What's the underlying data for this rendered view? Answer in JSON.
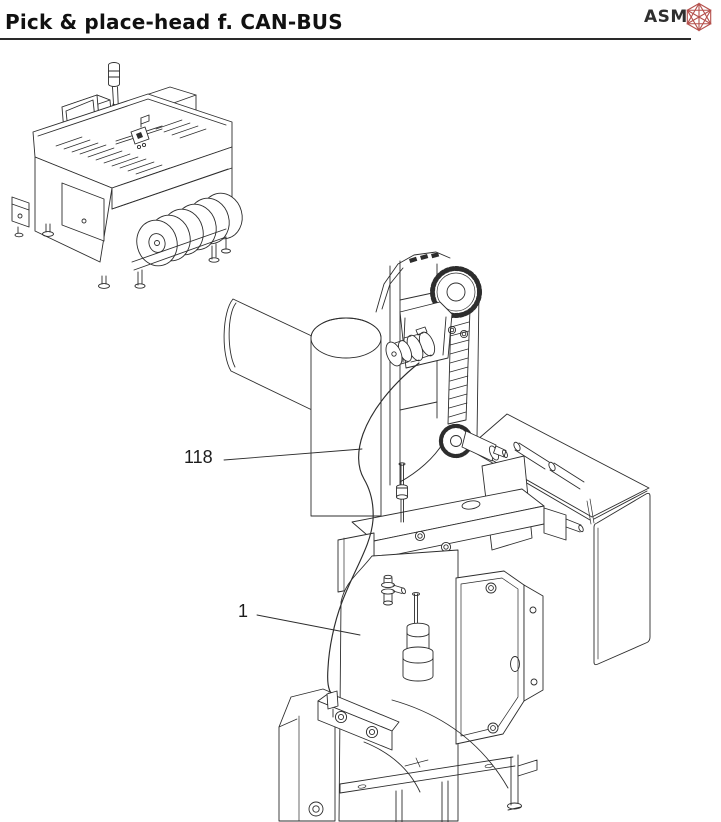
{
  "header": {
    "title": "Pick & place-head f. CAN-BUS",
    "logo": {
      "text": "ASM",
      "icon": "asm-hexagon-cube-icon",
      "icon_color": "#b5504c"
    }
  },
  "callouts": [
    {
      "label": "118"
    },
    {
      "label": "1"
    }
  ],
  "colors": {
    "line_art": "#2d2d2d",
    "title_text": "#111111",
    "header_rule": "#2a2a2a",
    "background": "#ffffff"
  }
}
